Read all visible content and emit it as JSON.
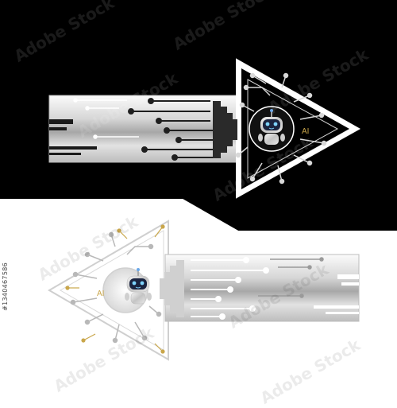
{
  "watermark": {
    "text": "Adobe Stock"
  },
  "stock_id": "#1340467586",
  "badge": {
    "text": "AI"
  },
  "colors": {
    "top_background": "#000000",
    "bottom_background": "#ffffff",
    "metal_light": "#f2f2f2",
    "metal_dark": "#8a8a8a",
    "trace_dark": "#222222",
    "trace_light": "#ffffff",
    "gold": "#c9a64a",
    "robot_face": "#1b2440",
    "robot_eyes": "#7fd4ff"
  },
  "icons": [
    "arrow-right-icon",
    "arrow-left-icon",
    "robot-icon",
    "circuit-icon"
  ]
}
